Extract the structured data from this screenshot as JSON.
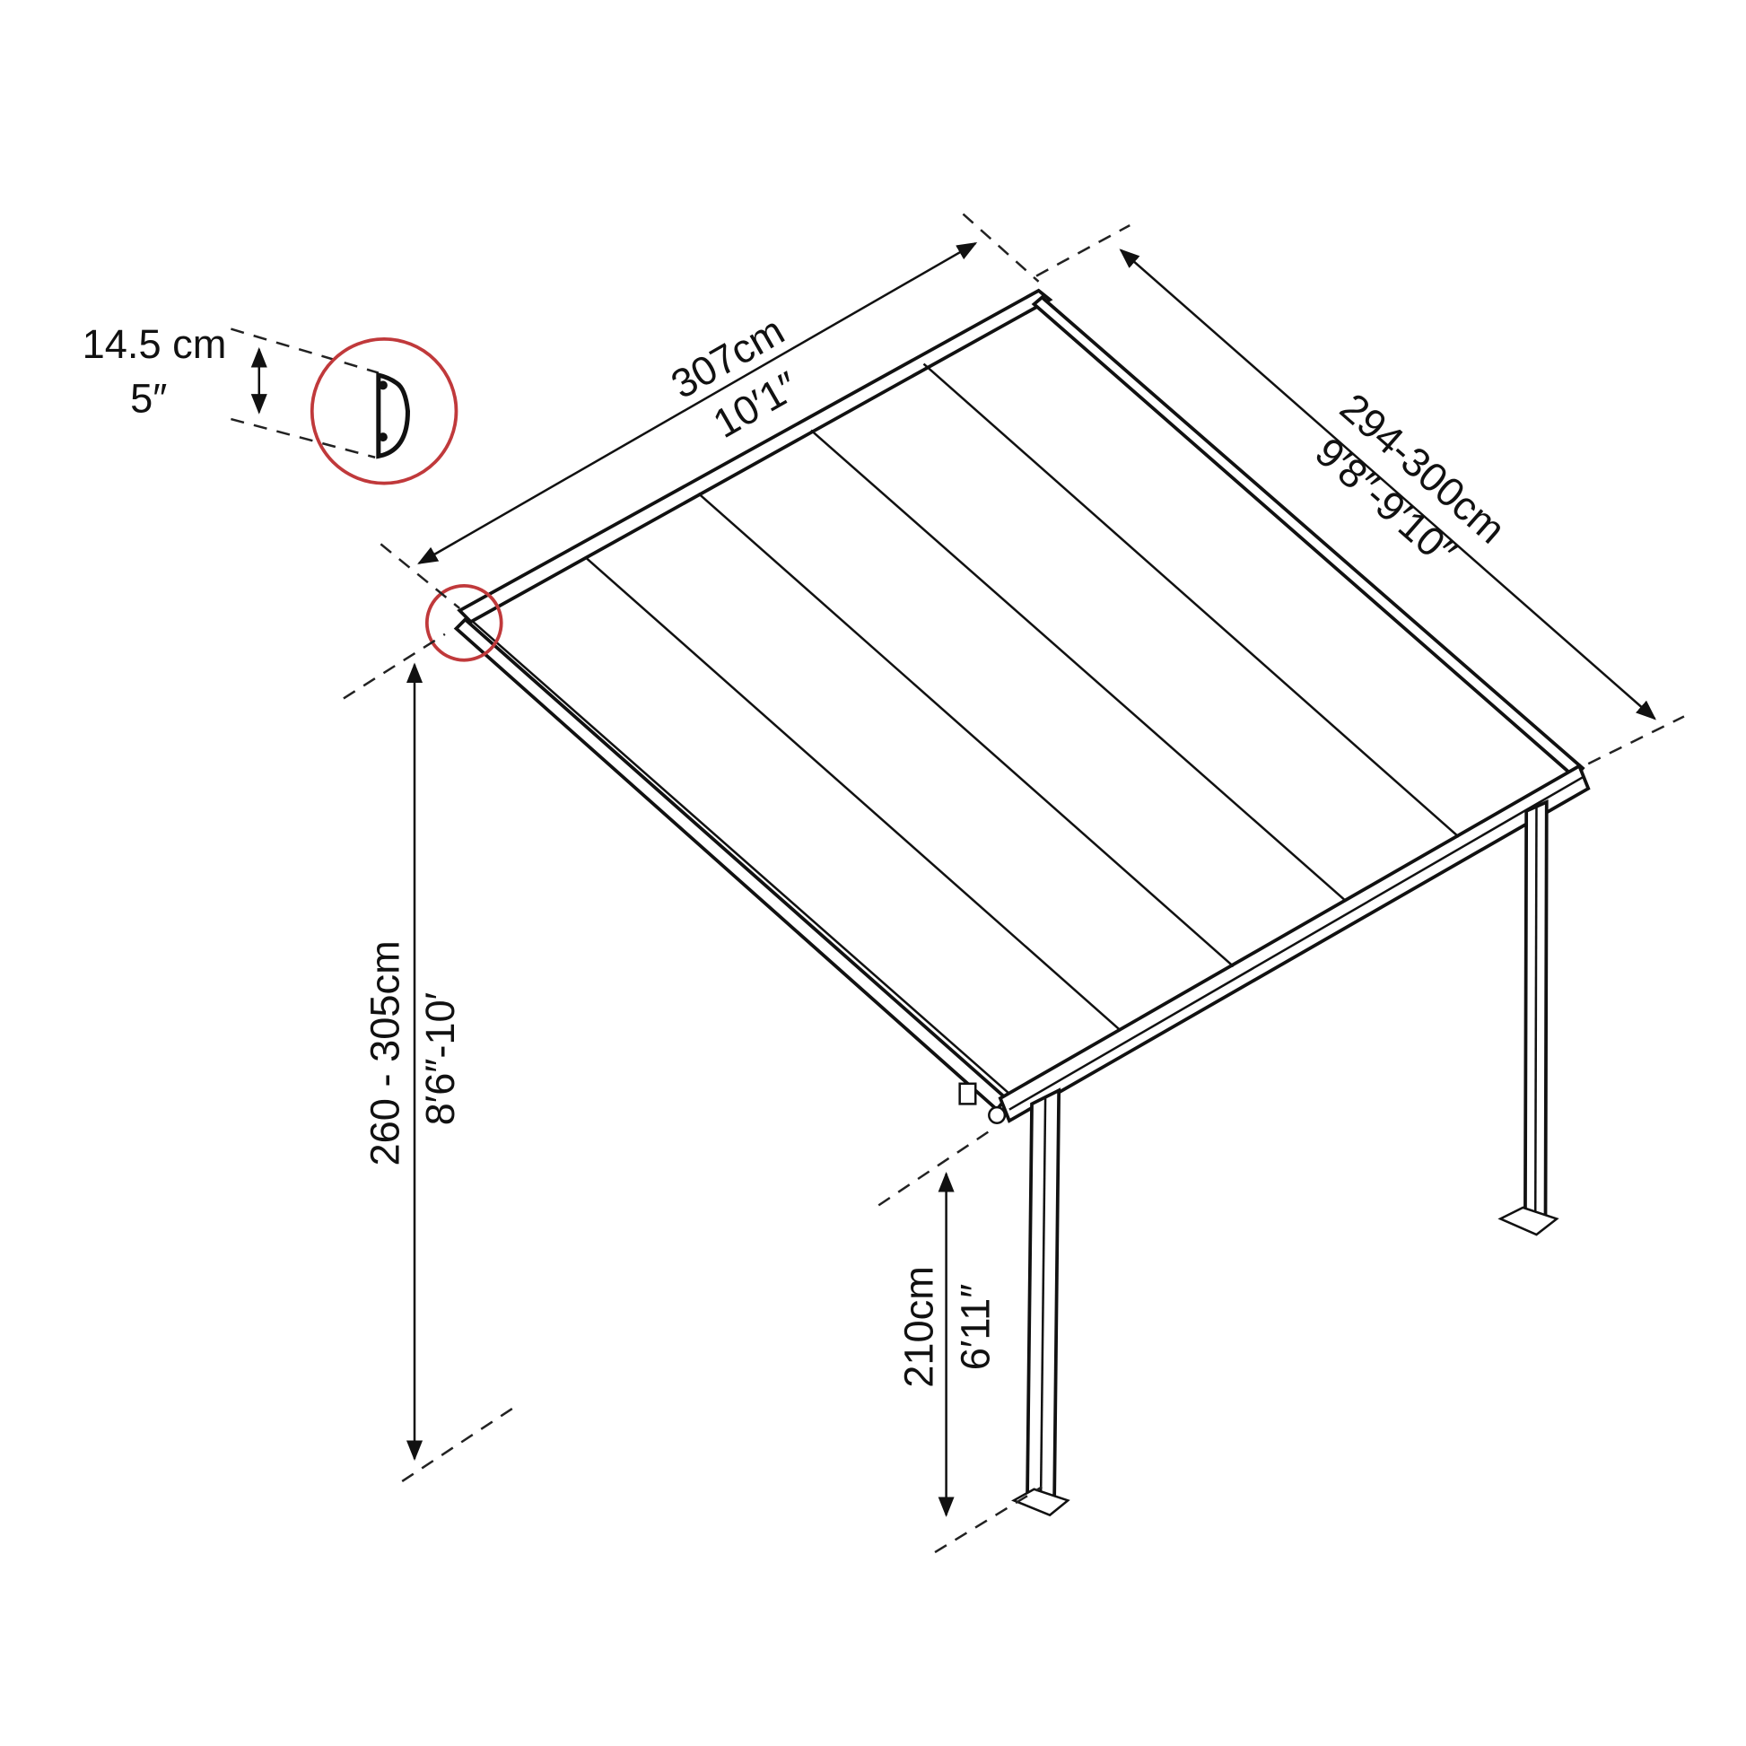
{
  "diagram": {
    "profile_detail": {
      "height_cm": "14.5 cm",
      "height_in": "5″"
    },
    "width_dimension": {
      "cm": "307cm",
      "imperial": "10′1″"
    },
    "depth_dimension": {
      "cm": "294-300cm",
      "imperial": "9′8″-9′10″"
    },
    "wall_height_dimension": {
      "cm": "260 - 305cm",
      "imperial": "8′6″-10′"
    },
    "post_height_dimension": {
      "cm": "210cm",
      "imperial": "6′11″"
    },
    "colors": {
      "highlight_circle": "#c0393b",
      "line": "#111111"
    }
  }
}
